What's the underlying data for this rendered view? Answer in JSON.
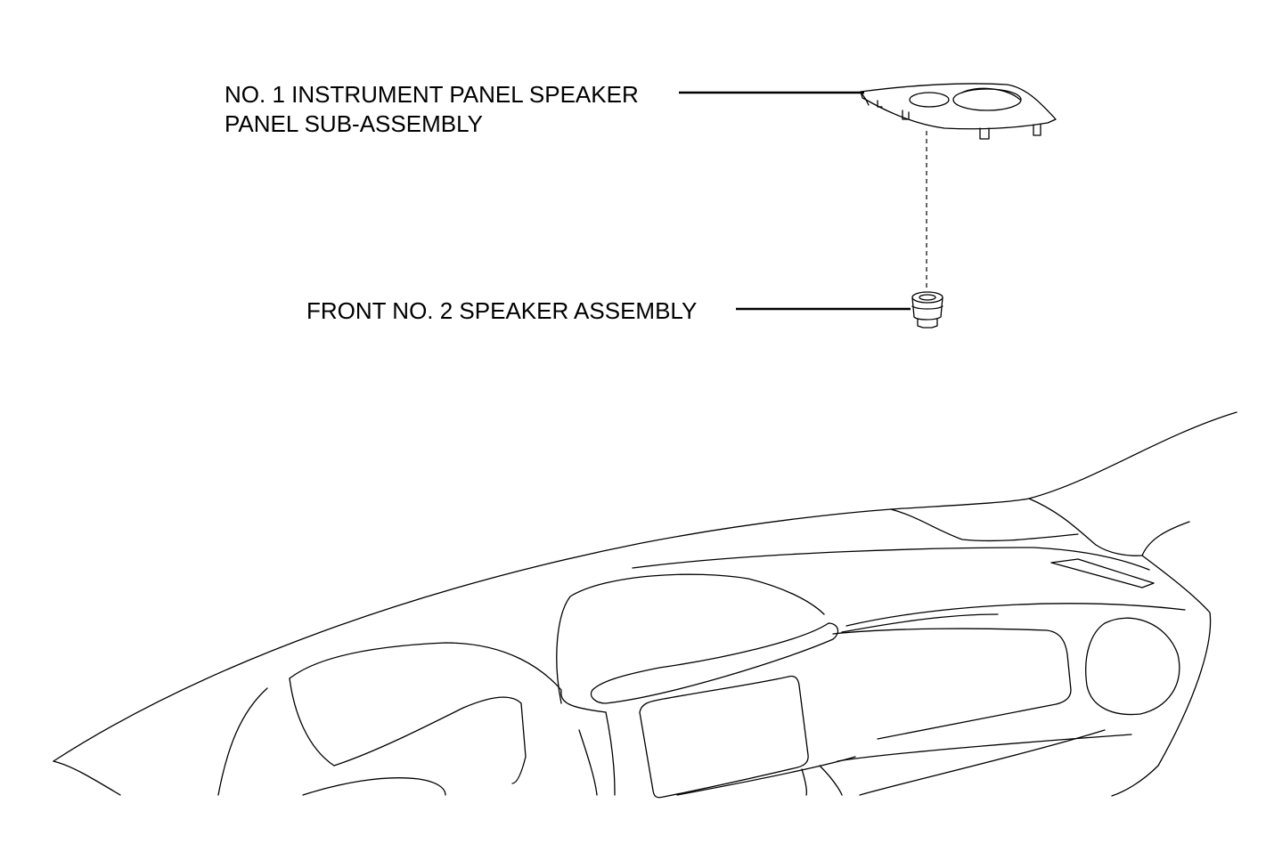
{
  "callouts": {
    "panel": {
      "line1": "NO. 1 INSTRUMENT PANEL SPEAKER",
      "line2": "PANEL SUB-ASSEMBLY"
    },
    "speaker": {
      "line1": "FRONT NO. 2 SPEAKER ASSEMBLY"
    }
  },
  "colors": {
    "line": "#000000",
    "background": "#ffffff"
  }
}
